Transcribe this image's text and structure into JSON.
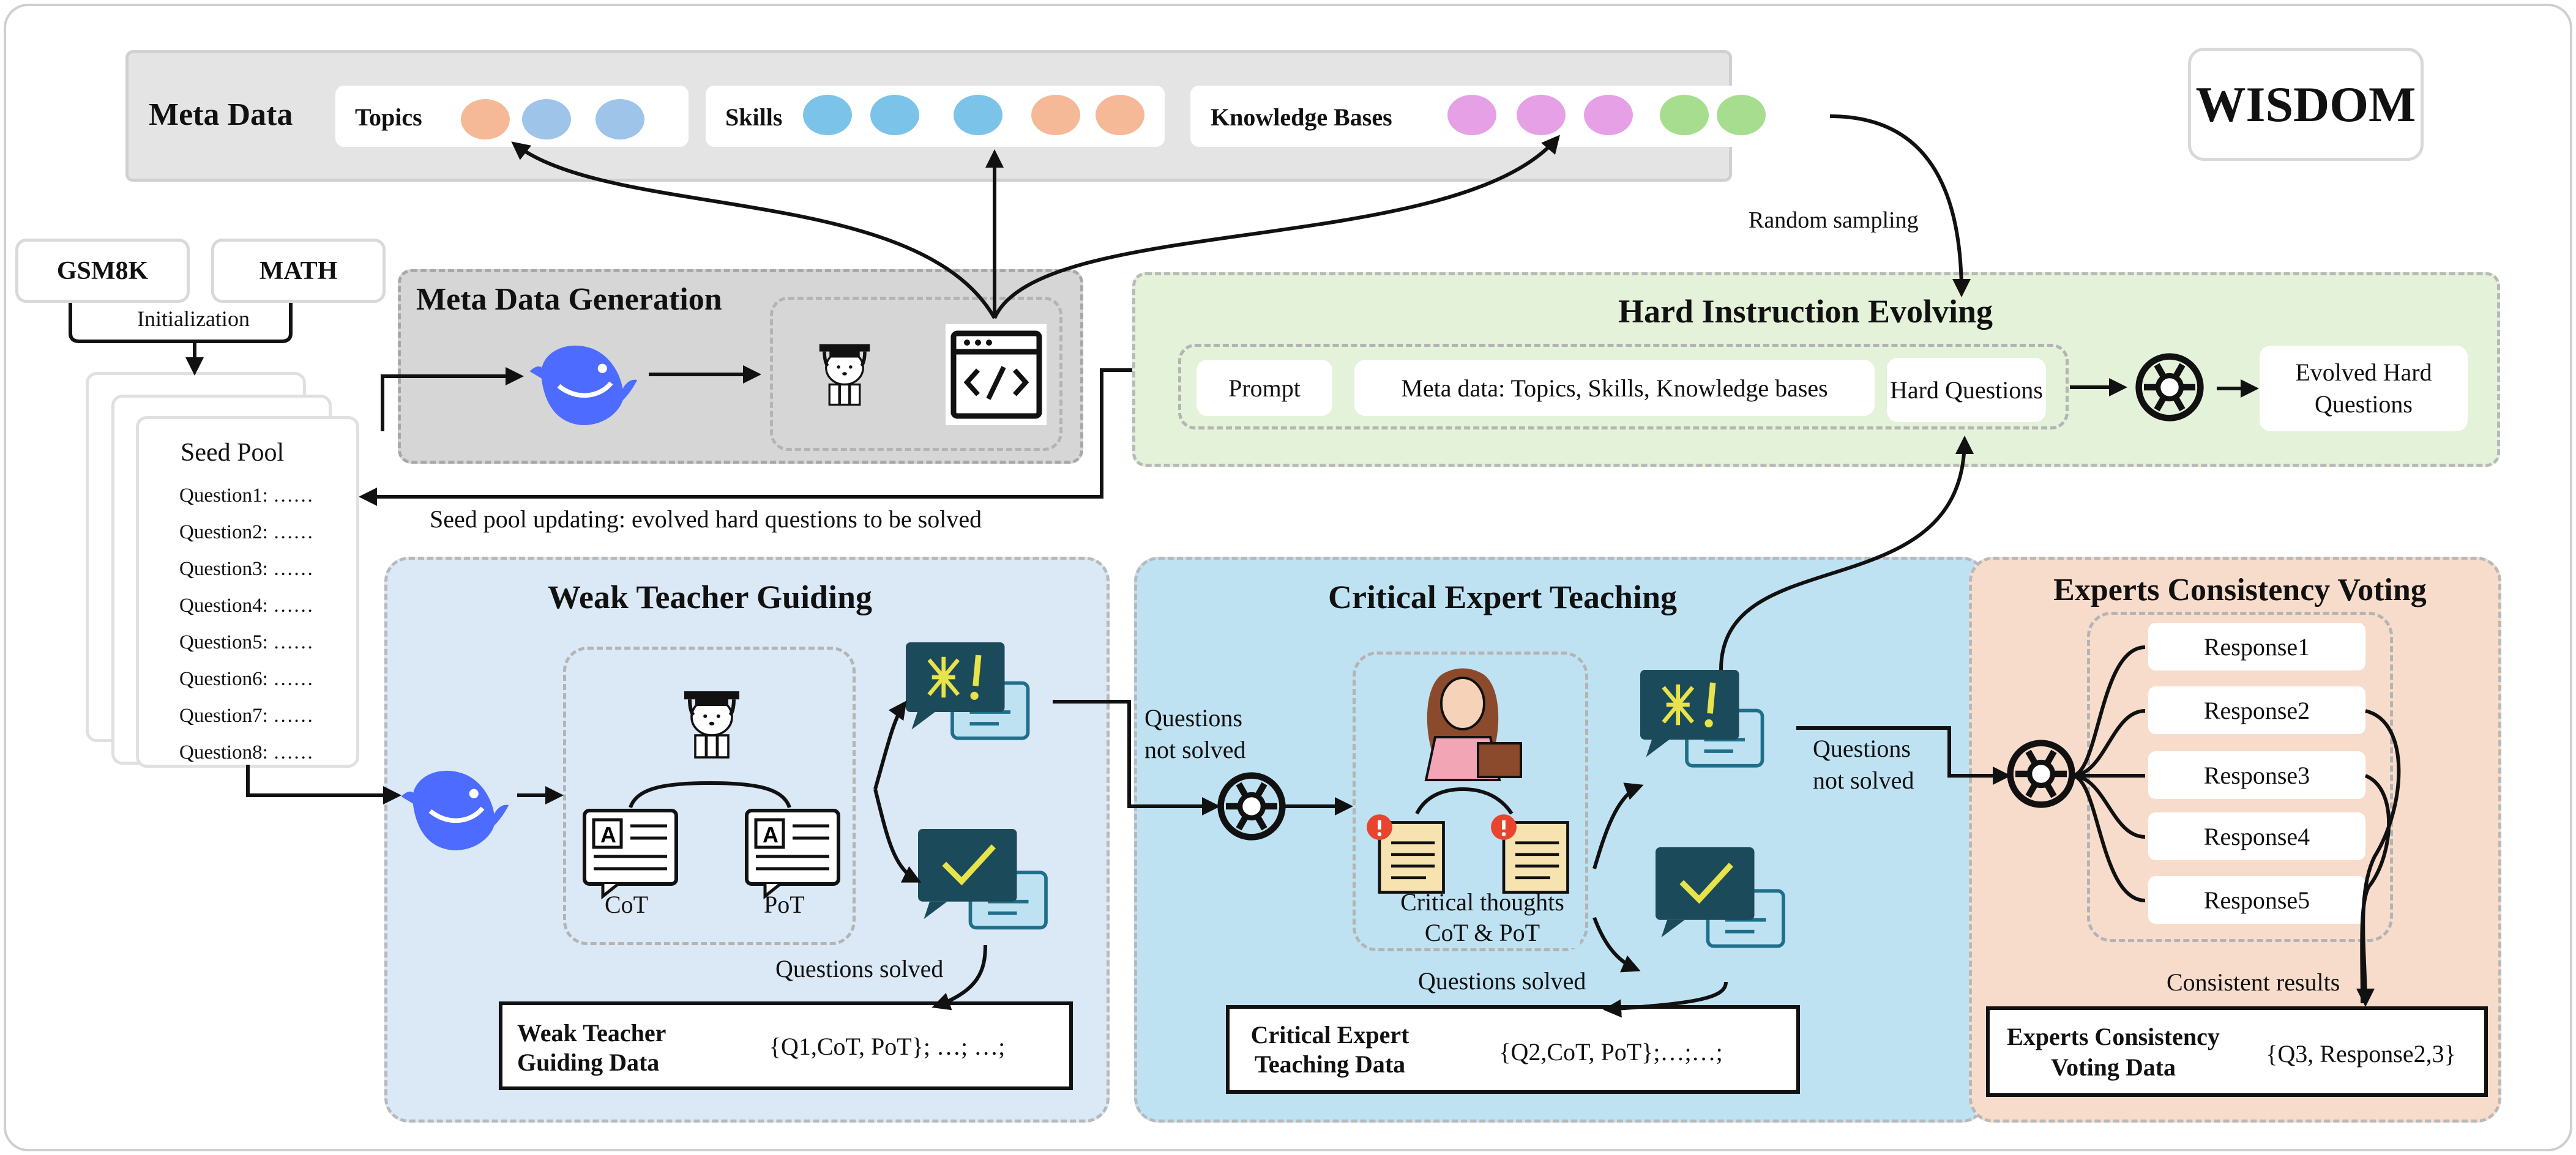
{
  "header": {
    "brand": "WISDOM"
  },
  "meta_data": {
    "title": "Meta Data",
    "topics_label": "Topics",
    "skills_label": "Skills",
    "kb_label": "Knowledge Bases",
    "colors": {
      "orange": "#f6b997",
      "blue": "#9ec4ea",
      "cyan": "#7cc3ea",
      "pink": "#e6a1e6",
      "green": "#a6dd8f"
    }
  },
  "seed": {
    "gsm8k": "GSM8K",
    "math": "MATH",
    "initialization": "Initialization",
    "pool_title": "Seed Pool",
    "questions": [
      "Question1: ……",
      "Question2: ……",
      "Question3: ……",
      "Question4: ……",
      "Question5: ……",
      "Question6: ……",
      "Question7: ……",
      "Question8: ……"
    ],
    "updating": "Seed pool updating: evolved hard questions to be solved"
  },
  "meta_gen": {
    "title": "Meta Data Generation"
  },
  "random_sampling": "Random sampling",
  "hard": {
    "title": "Hard Instruction Evolving",
    "prompt": "Prompt",
    "meta": "Meta data: Topics, Skills, Knowledge bases",
    "hard_q": "Hard Questions",
    "evolved": "Evolved Hard Questions"
  },
  "weak": {
    "title": "Weak Teacher Guiding",
    "cot": "CoT",
    "pot": "PoT",
    "solved": "Questions solved",
    "data_label": "Weak Teacher Guiding Data",
    "data_value": "{Q1,CoT, PoT}; …; …;"
  },
  "critical": {
    "title": "Critical Expert Teaching",
    "not_solved_in": "Questions not solved",
    "thoughts": "Critical thoughts CoT & PoT",
    "solved": "Questions solved",
    "data_label": "Critical Expert Teaching Data",
    "data_value": "{Q2,CoT, PoT};…;…;"
  },
  "voting": {
    "title": "Experts Consistency Voting",
    "not_solved_in": "Questions not solved",
    "responses": [
      "Response1",
      "Response2",
      "Response3",
      "Response4",
      "Response5"
    ],
    "consistent": "Consistent results",
    "data_label": "Experts Consistency Voting Data",
    "data_value": "{Q3, Response2,3}"
  },
  "icons": [
    "deepseek-whale-icon",
    "graduate-student-icon",
    "code-window-icon",
    "openai-logo-icon",
    "chat-error-icon",
    "chat-check-icon",
    "document-icon",
    "teacher-icon",
    "warning-document-icon"
  ]
}
